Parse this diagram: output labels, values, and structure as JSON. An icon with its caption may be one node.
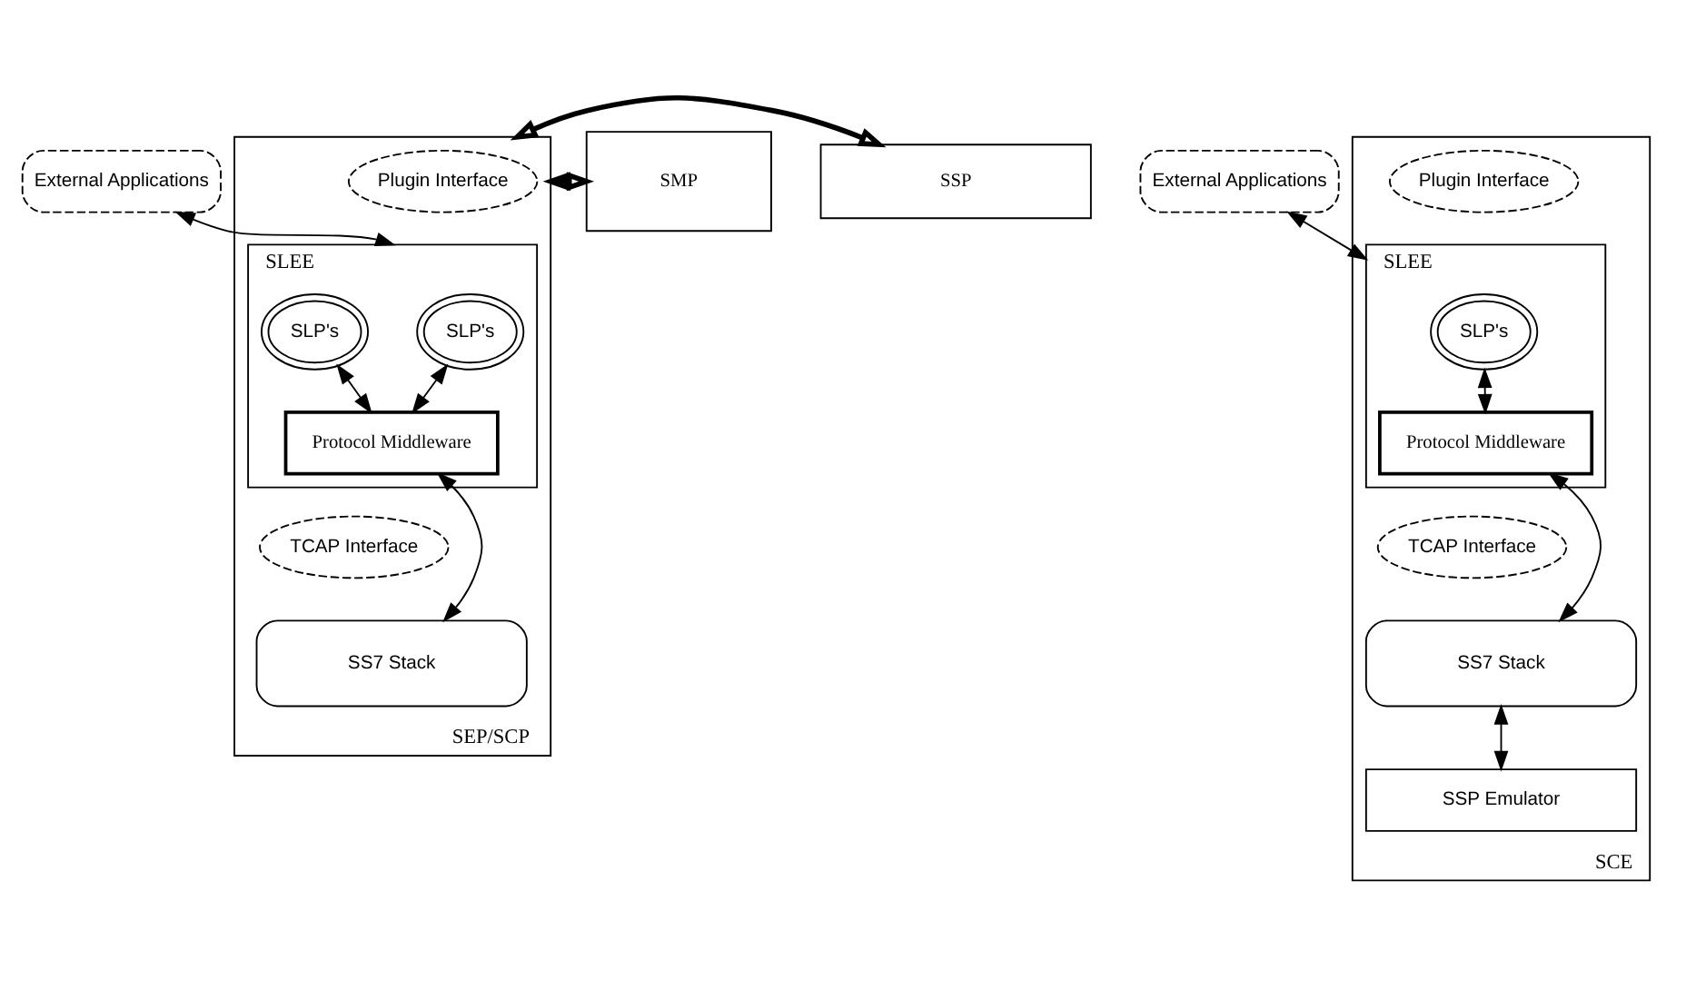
{
  "diagram": {
    "nodes": [
      {
        "text": [
          "External Applications"
        ]
      },
      {
        "text": [
          "SEP/SCP"
        ]
      },
      {
        "text": [
          "Plugin Interface"
        ],
        "in": 1
      },
      {
        "text": [
          "SLEE"
        ],
        "in": 1
      },
      {
        "text": [
          "SLP's"
        ],
        "in": 3
      },
      {
        "text": [
          "SLP's"
        ],
        "in": 3
      },
      {
        "text": [
          "Protocol Middleware"
        ],
        "in": 3
      },
      {
        "text": [
          "TCAP Interface"
        ],
        "in": 1
      },
      {
        "text": [
          "SS7 Stack"
        ],
        "in": 1
      },
      {
        "text": [
          "SMP"
        ]
      },
      {
        "text": [
          "SSP"
        ]
      },
      {
        "text": [
          "External Applications"
        ]
      },
      {
        "text": [
          "SCE"
        ]
      },
      {
        "text": [
          "Plugin Interface"
        ],
        "in": 12
      },
      {
        "text": [
          "SLEE"
        ],
        "in": 12
      },
      {
        "text": [
          "SLP's"
        ],
        "in": 14
      },
      {
        "text": [
          "Protocol Middleware"
        ],
        "in": 14
      },
      {
        "text": [
          "TCAP Interface"
        ],
        "in": 12
      },
      {
        "text": [
          "SS7 Stack"
        ],
        "in": 12
      },
      {
        "text": [
          "SSP Emulator"
        ],
        "in": 12
      }
    ],
    "edges": [
      {
        "from": 0,
        "to": 3,
        "arrow": "both"
      },
      {
        "from": 4,
        "to": 6,
        "arrow": "both"
      },
      {
        "from": 5,
        "to": 6,
        "arrow": "both"
      },
      {
        "from": 6,
        "to": 8,
        "arrow": "both"
      },
      {
        "from": 9,
        "to": 1,
        "arrow": "both",
        "style": "thick"
      },
      {
        "from": 1,
        "to": 10,
        "arrow": "both",
        "style": "thick"
      },
      {
        "from": 11,
        "to": 14,
        "arrow": "both"
      },
      {
        "from": 15,
        "to": 16,
        "arrow": "both"
      },
      {
        "from": 16,
        "to": 18,
        "arrow": "both"
      },
      {
        "from": 18,
        "to": 19,
        "arrow": "both"
      }
    ]
  }
}
